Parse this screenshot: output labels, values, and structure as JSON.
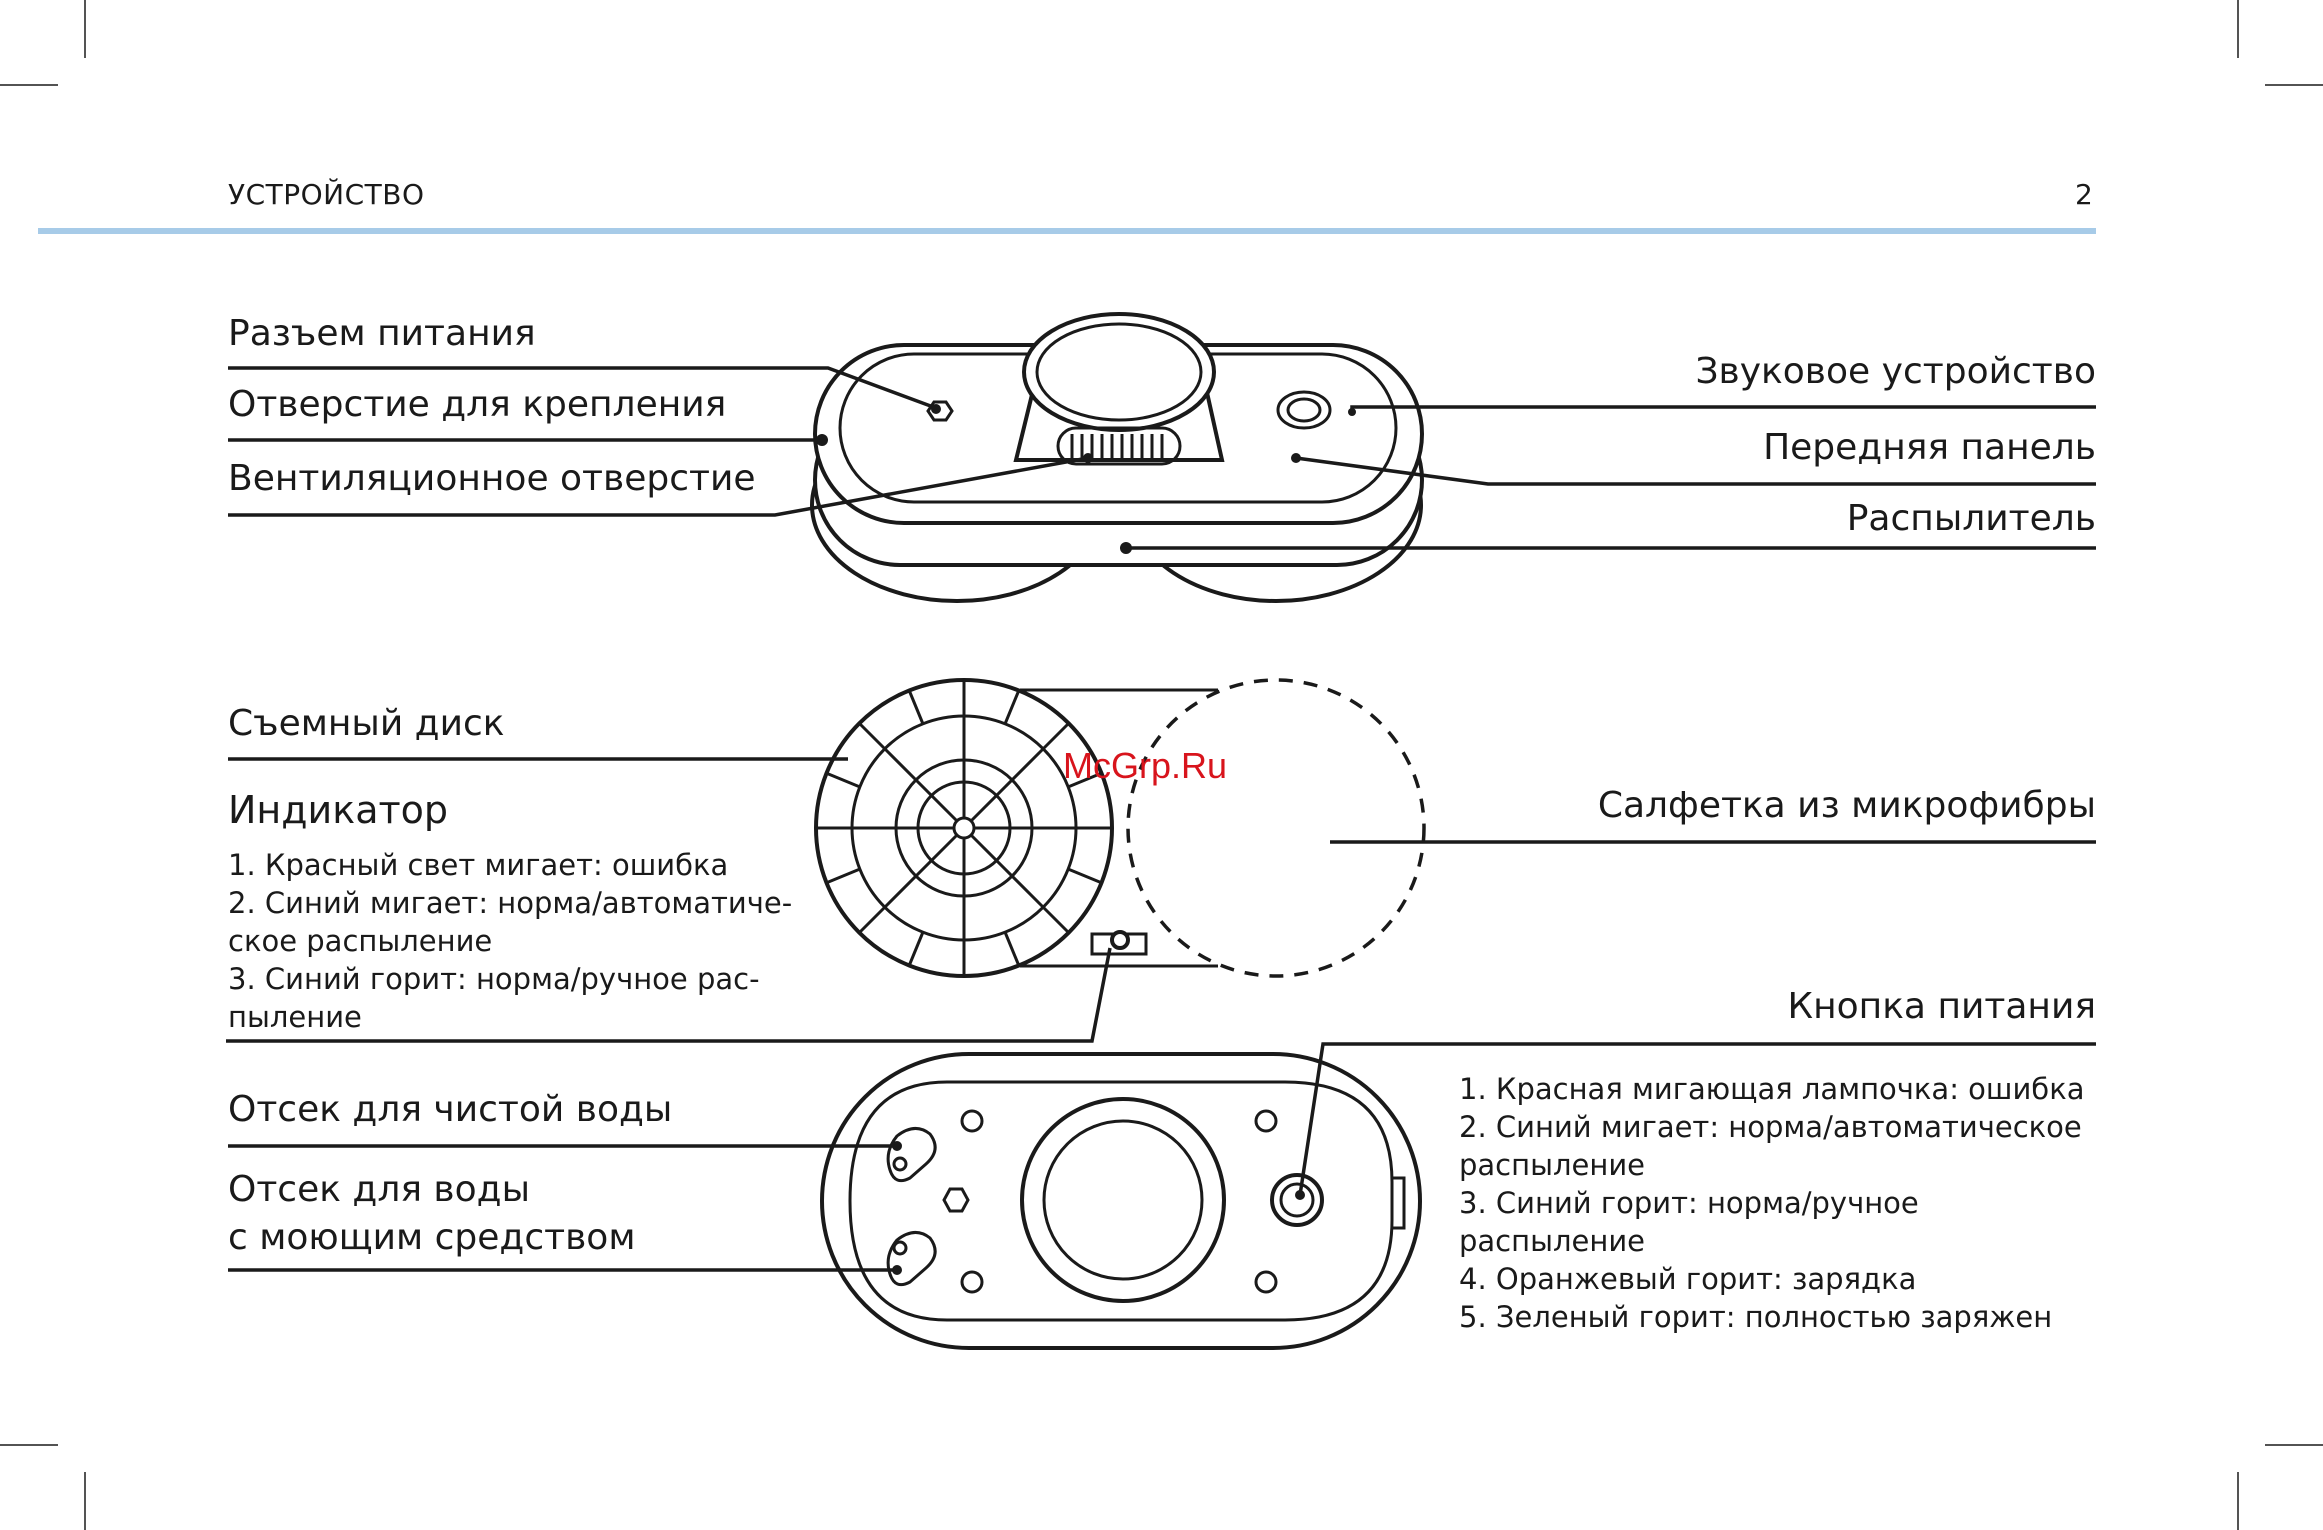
{
  "header": {
    "section_title": "УСТРОЙСТВО",
    "page_number": "2",
    "rule_color": "#a7cbe8"
  },
  "watermark": "McGrp.Ru",
  "labels": {
    "power_connector": "Разъем питания",
    "mount_hole": "Отверстие для крепления",
    "vent_hole": "Вентиляционное отверстие",
    "speaker": "Звуковое устройство",
    "front_panel": "Передняя панель",
    "sprayer": "Распылитель",
    "removable_disc": "Съемный диск",
    "microfiber_cloth": "Салфетка из микрофибры",
    "clean_water_tank": "Отсек для чистой воды",
    "detergent_tank_line1": "Отсек для воды",
    "detergent_tank_line2": "с моющим средством",
    "power_button": "Кнопка питания"
  },
  "indicator": {
    "title": "Индикатор",
    "lines": [
      "1. Красный свет мигает: ошибка",
      "2. Синий мигает: норма/автоматиче-",
      "ское распыление",
      "3. Синий горит: норма/ручное рас-",
      "пыление"
    ]
  },
  "power_button_states": {
    "lines": [
      "1. Красная мигающая лампочка: ошибка",
      "2. Синий мигает: норма/автоматическое",
      "распыление",
      "3. Синий горит: норма/ручное",
      "распыление",
      "4. Оранжевый горит: зарядка",
      "5. Зеленый горит: полностью заряжен"
    ]
  },
  "colors": {
    "line": "#1a1a1a",
    "watermark": "#d8141c"
  }
}
